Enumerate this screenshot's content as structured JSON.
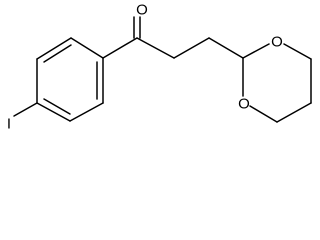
{
  "molecule": {
    "atoms": {
      "carbonyl_oxygen": "O",
      "ring_oxygen_upper": "O",
      "ring_oxygen_lower": "O",
      "iodine": "I"
    }
  },
  "colors": {
    "bond": "#000000",
    "label": "#000000",
    "background": "#ffffff"
  }
}
